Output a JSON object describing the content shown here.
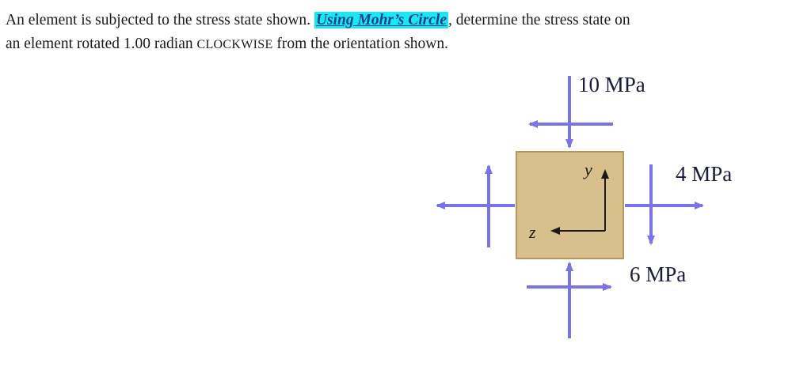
{
  "problem": {
    "line1_before": "An element is subjected to the stress state shown. ",
    "line1_highlight": "Using Mohr’s Circle",
    "line1_after": ", determine the stress state on",
    "line2_before": "an element rotated 1.00 radian ",
    "line2_emph": "CLOCKWISE",
    "line2_after": " from the orientation shown."
  },
  "figure": {
    "label_top": "10 MPa",
    "label_right": "4 MPa",
    "label_bottom": "6 MPa",
    "axis_y": "y",
    "axis_z": "z"
  },
  "colors": {
    "arrow": "#7b73e8",
    "element_fill": "#d7c08c",
    "element_border": "#b8985a",
    "highlight": "#19e8f0"
  }
}
